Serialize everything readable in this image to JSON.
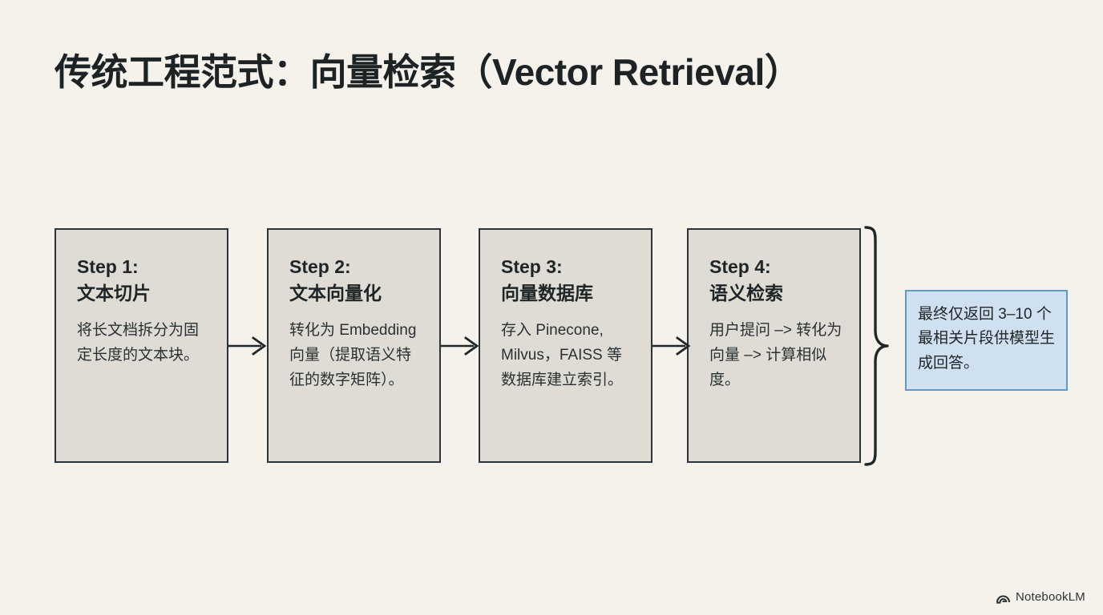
{
  "slide": {
    "title": "传统工程范式：向量检索（Vector Retrieval）",
    "background_color": "#f4f2ea",
    "text_color": "#232829"
  },
  "flow": {
    "box_fill": "#dedcd5",
    "box_border": "#2b3338",
    "steps": [
      {
        "id": "step-1",
        "heading": "Step 1:\n文本切片",
        "body": "将长文档拆分为固定长度的文本块。"
      },
      {
        "id": "step-2",
        "heading": "Step 2:\n文本向量化",
        "body": "转化为 Embedding 向量（提取语义特征的数字矩阵）。"
      },
      {
        "id": "step-3",
        "heading": "Step 3:\n向量数据库",
        "body": "存入 Pinecone, Milvus，FAISS 等数据库建立索引。"
      },
      {
        "id": "step-4",
        "heading": "Step 4:\n语义检索",
        "body": "用户提问 –> 转化为向量 –> 计算相似度。"
      }
    ],
    "connectors": [
      {
        "id": "arrow-1-to-2",
        "type": "right-arrow"
      },
      {
        "id": "arrow-2-to-3",
        "type": "right-arrow"
      },
      {
        "id": "arrow-3-to-4",
        "type": "right-arrow"
      }
    ],
    "brace": {
      "id": "right-curly-brace",
      "type": "curly-brace-right"
    }
  },
  "callout": {
    "text": "最终仅返回 3–10 个最相关片段供模型生成回答。",
    "fill_color": "#cfe0f1",
    "border_color": "#5d9ad2"
  },
  "brand": {
    "name": "NotebookLM",
    "icon": "notebooklm-spiral-icon"
  }
}
